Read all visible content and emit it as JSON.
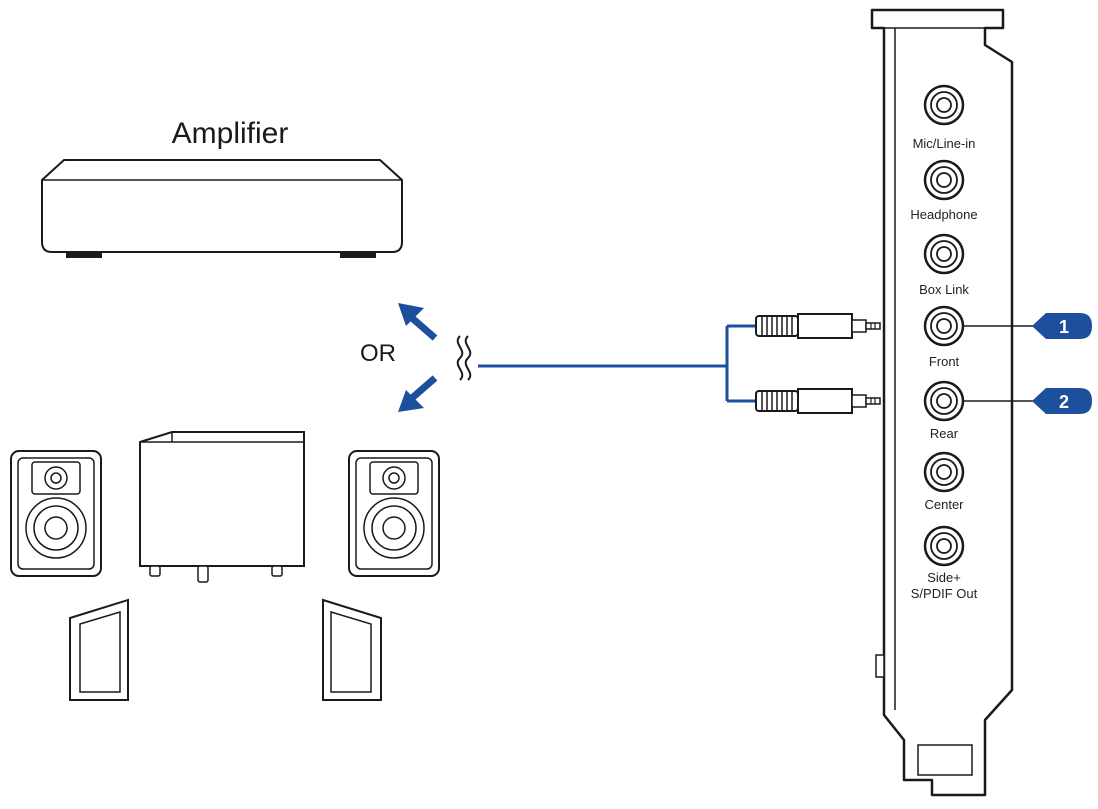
{
  "amplifier": {
    "label": "Amplifier"
  },
  "or_label": "OR",
  "ports": [
    {
      "label": "Mic/Line-in"
    },
    {
      "label": "Headphone"
    },
    {
      "label": "Box Link"
    },
    {
      "label": "Front"
    },
    {
      "label": "Rear"
    },
    {
      "label": "Center"
    },
    {
      "label": "Side+",
      "label2": "S/PDIF Out"
    }
  ],
  "callouts": [
    {
      "number": "1",
      "port": "Front"
    },
    {
      "number": "2",
      "port": "Rear"
    }
  ],
  "colors": {
    "accent": "#1c4f9c",
    "line": "#1a1a1a",
    "cable": "#1c4f9c"
  }
}
